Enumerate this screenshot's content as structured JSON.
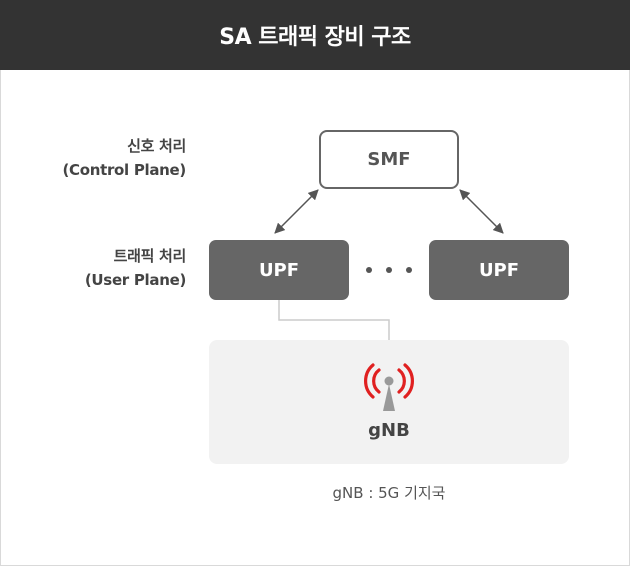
{
  "title": "SA 트래픽 장비 구조",
  "labels": {
    "control_line1": "신호 처리",
    "control_line2": "(Control Plane)",
    "user_line1": "트래픽 처리",
    "user_line2": "(User Plane)"
  },
  "nodes": {
    "smf": "SMF",
    "upf_left": "UPF",
    "upf_right": "UPF",
    "gnb": "gNB"
  },
  "caption": "gNB : 5G 기지국",
  "colors": {
    "header_bg": "#333333",
    "upf_fill": "#666666",
    "antenna_signal": "#e02020",
    "gnb_area": "#f2f2f2"
  },
  "icons": {
    "gnb_icon": "antenna-broadcast-icon"
  }
}
